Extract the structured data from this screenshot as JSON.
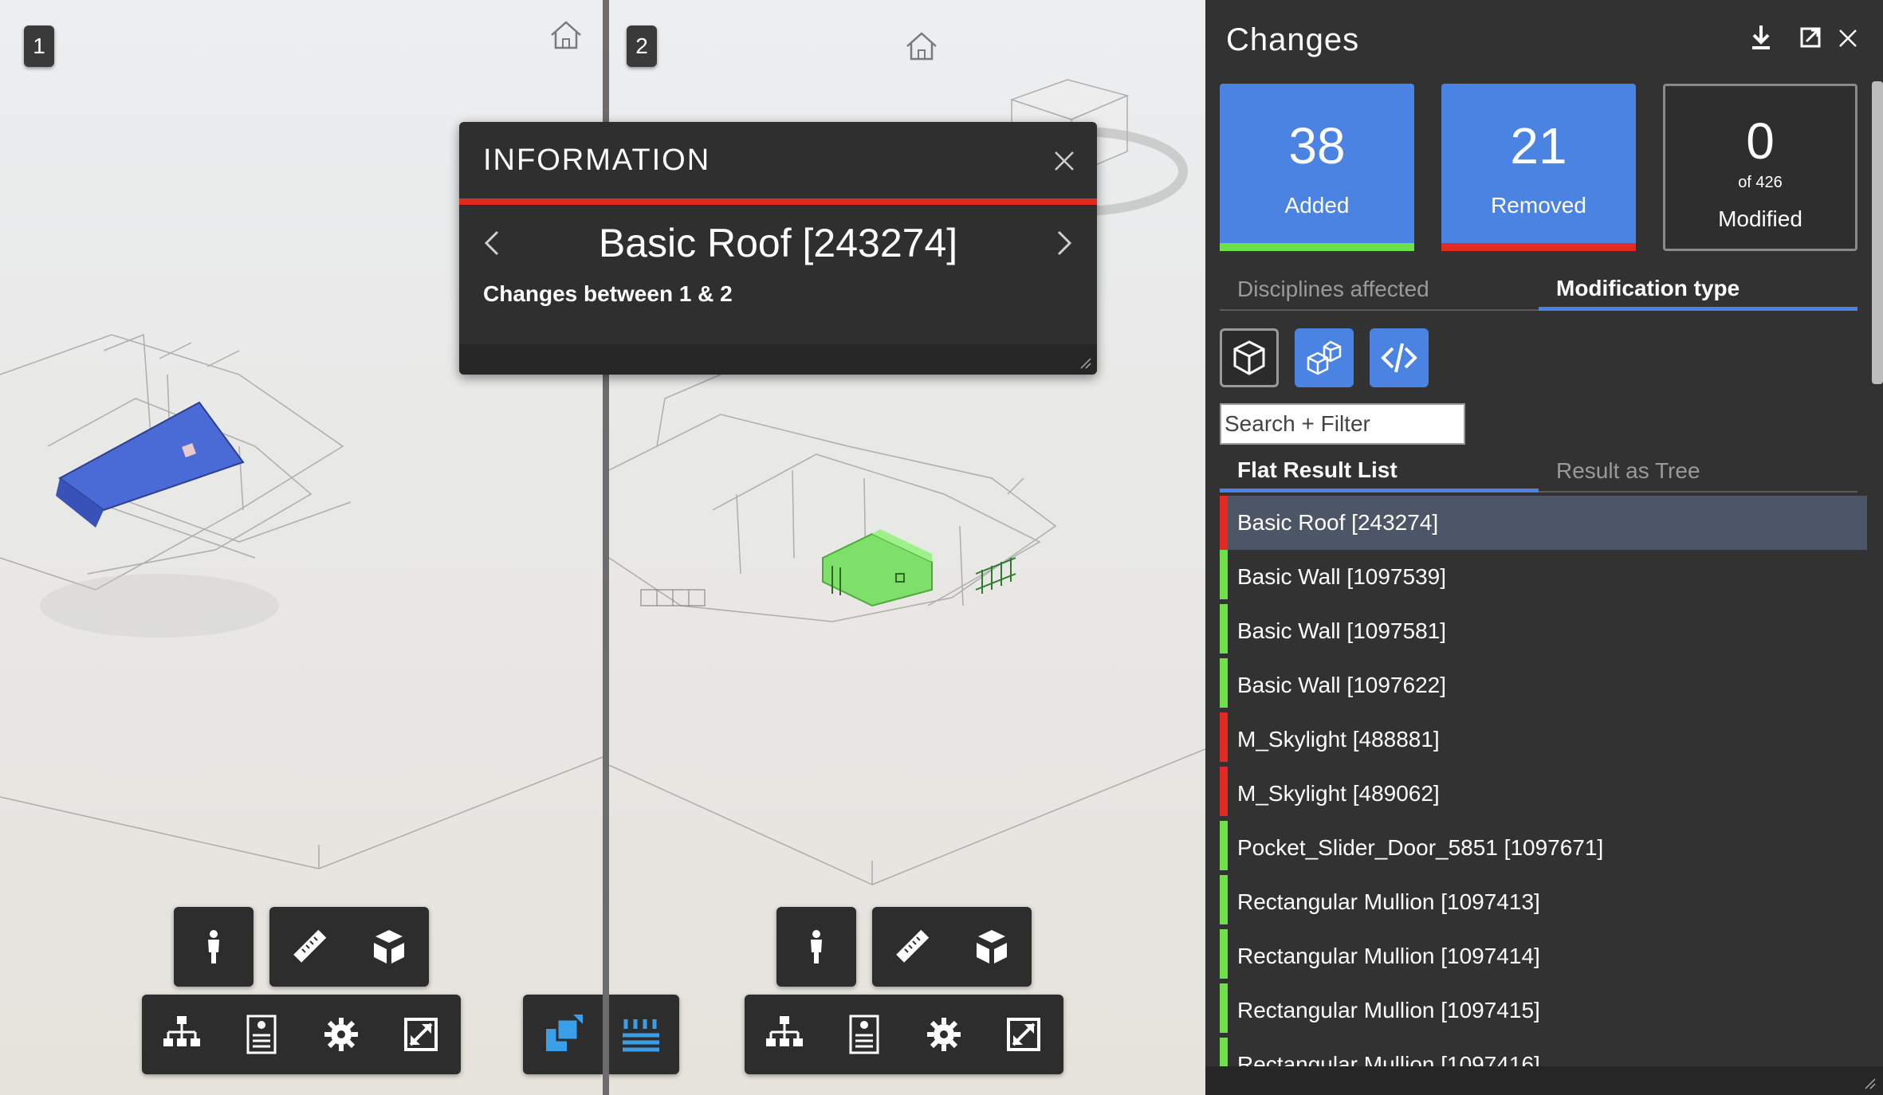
{
  "viewports": [
    {
      "badge": "1"
    },
    {
      "badge": "2"
    }
  ],
  "info": {
    "header": "INFORMATION",
    "title": "Basic Roof [243274]",
    "subtitle": "Changes between 1 & 2"
  },
  "changes": {
    "title": "Changes",
    "cards": {
      "added": {
        "value": "38",
        "label": "Added"
      },
      "removed": {
        "value": "21",
        "label": "Removed"
      },
      "modified": {
        "value": "0",
        "of": "of 426",
        "label": "Modified"
      }
    },
    "tabs1": {
      "disciplines": "Disciplines affected",
      "modification": "Modification type"
    },
    "search_placeholder": "Search + Filter",
    "tabs2": {
      "flat": "Flat Result List",
      "tree": "Result as Tree"
    },
    "results": [
      {
        "label": "Basic Roof [243274]",
        "status": "removed"
      },
      {
        "label": "Basic Wall [1097539]",
        "status": "added"
      },
      {
        "label": "Basic Wall [1097581]",
        "status": "added"
      },
      {
        "label": "Basic Wall [1097622]",
        "status": "added"
      },
      {
        "label": "M_Skylight [488881]",
        "status": "removed"
      },
      {
        "label": "M_Skylight [489062]",
        "status": "removed"
      },
      {
        "label": "Pocket_Slider_Door_5851 [1097671]",
        "status": "added"
      },
      {
        "label": "Rectangular Mullion [1097413]",
        "status": "added"
      },
      {
        "label": "Rectangular Mullion [1097414]",
        "status": "added"
      },
      {
        "label": "Rectangular Mullion [1097415]",
        "status": "added"
      },
      {
        "label": "Rectangular Mullion [1097416]",
        "status": "added"
      }
    ]
  },
  "colors": {
    "added": "#6fe04a",
    "removed": "#e02a23",
    "accent": "#4b83e3"
  },
  "icons": [
    "home-icon",
    "person-icon",
    "ruler-icon",
    "explode-cube-icon",
    "model-tree-icon",
    "properties-icon",
    "settings-icon",
    "fullscreen-icon",
    "compare-mode-icon",
    "list-view-icon",
    "download-icon",
    "popout-icon",
    "close-icon",
    "chevron-left-icon",
    "chevron-right-icon",
    "cube-icon",
    "cubes-icon",
    "code-icon"
  ]
}
